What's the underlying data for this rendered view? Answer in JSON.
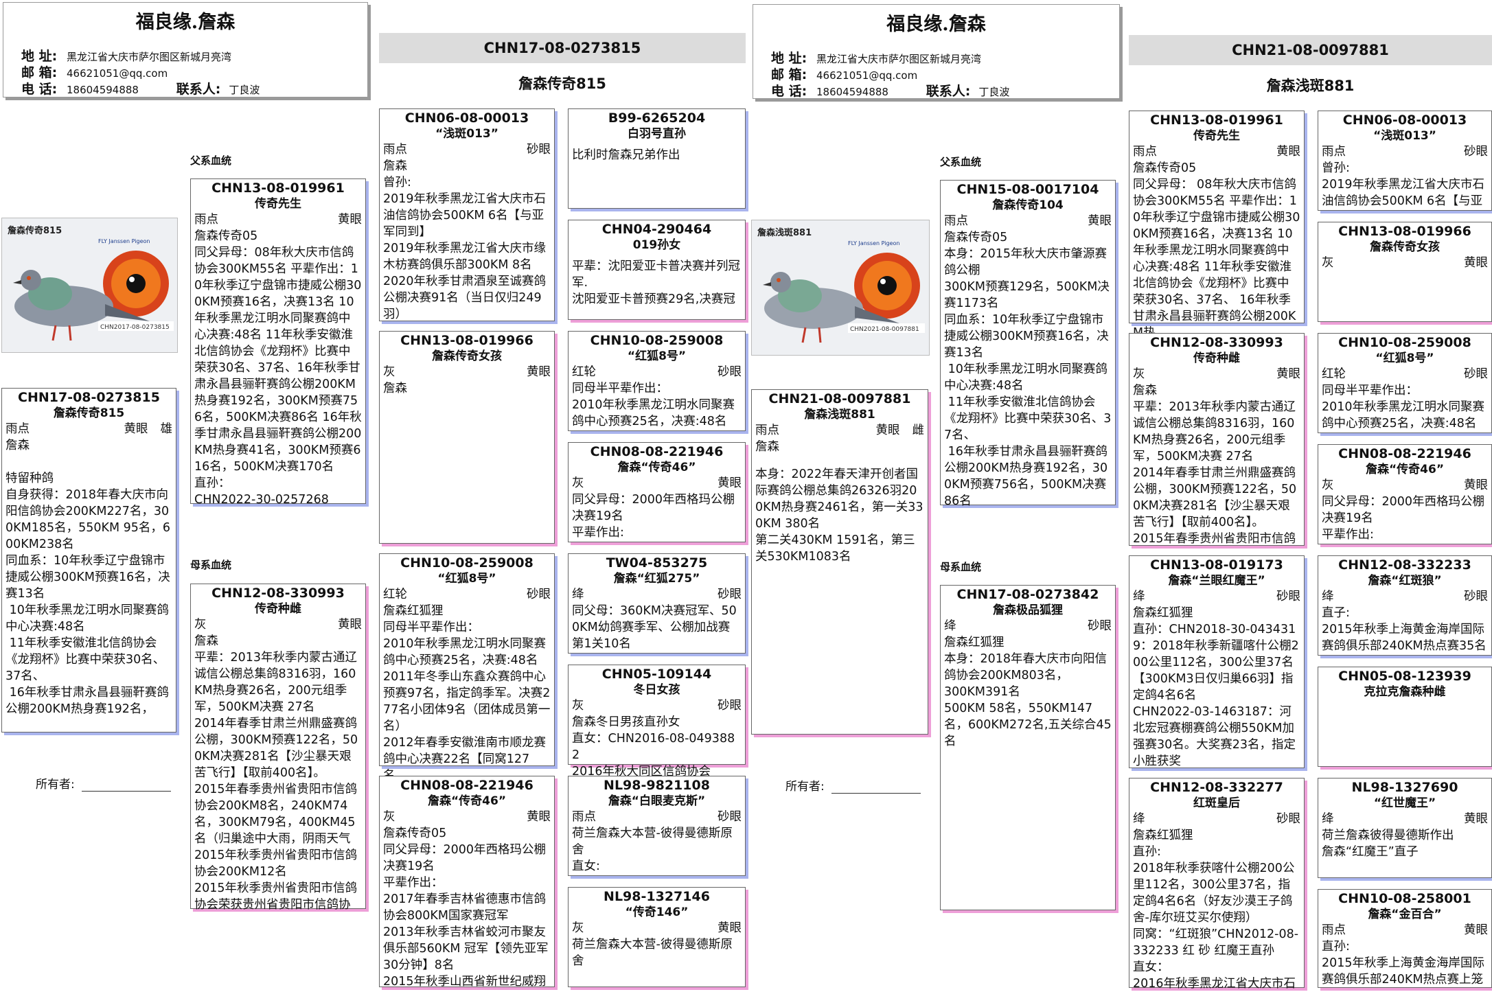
{
  "sheets": [
    {
      "header": {
        "farm": "福良缘.詹森",
        "address_label": "地 址:",
        "address": "黑龙江省大庆市萨尔图区新城月亮湾",
        "email_label": "邮 箱:",
        "email": "46621051@qq.com",
        "phone_label": "电 话:",
        "phone": "18604594888",
        "contact_label": "联系人:",
        "contact": "丁良波"
      },
      "ring_bar": "CHN17-08-0273815",
      "bird_name": "詹森传奇815",
      "sire_label": "父系血统",
      "dam_label": "母系血统",
      "owner_label": "所有者:",
      "photo": {
        "title": "詹森传奇815",
        "brand": "FLY Janssen Pigeon",
        "ring": "CHN2017-08-0273815"
      },
      "subject": {
        "ring": "CHN17-08-0273815",
        "name": "詹森传奇815",
        "color": "雨点",
        "eye": "黄眼",
        "sex": "雄",
        "strain": "詹森",
        "body": "特留种鸽\n自身获得：2018年春大庆市向阳信鸽协会200KM227名，300KM185名，550KM 95名，600KM238名\n同血系：10年秋季辽宁盘锦市捷威公棚300KM预赛16名，决赛13名\n 10年秋季黑龙江明水同聚赛鸽中心决赛:48名\n 11年秋季安徽淮北信鸽协会《龙翔杯》比赛中荣获30名、37名、\n 16年秋季甘肃永昌县骊靬赛鸽公棚200KM热身赛192名，"
      },
      "sire": {
        "ring": "CHN13-08-019961",
        "name": "传奇先生",
        "color": "雨点",
        "eye": "黄眼",
        "body": "詹森传奇05\n同父异母：08年秋大庆市信鸽协会300KM55名 平辈作出：10年秋季辽宁盘锦市捷威公棚300KM预赛16名，决赛13名 10年秋季黑龙江明水同聚赛鸽中心决赛:48名 11年秋季安徽淮北信鸽协会《龙翔杯》比赛中荣获30名、37名、16年秋季甘肃永昌县骊靬赛鸽公棚200KM热身赛192名，300KM预赛756名，500KM决赛86名 16年秋季甘肃永昌县骊靬赛鸽公棚200KM热身赛41名，300KM预赛616名，500KM决赛170名\n直孙：\nCHN2022-30-0257268"
      },
      "dam": {
        "ring": "CHN12-08-330993",
        "name": "传奇种雌",
        "color": "灰",
        "eye": "黄眼",
        "body": "詹森\n平辈：2013年秋季内蒙古通辽诚信公棚总集鸽8316羽，160KM热身赛26名，200元组季军，500KM决赛 27名\n2014年春季甘肃兰州鼎盛赛鸽公棚，300KM预赛122名，500KM决赛281名【沙尘暴天艰苦飞行】【取前400名】。\n2015年春季贵州省贵阳市信鸽协会200KM8名，240KM74名，300KM79名，400KM45名（归巢途中大雨，阴雨天气\n2015年秋季贵州省贵阳市信鸽协会200KM12名\n2015年秋季贵州省贵阳市信鸽协会荣获贵州省贵阳市信鸽协"
      },
      "ss": {
        "ring": "CHN06-08-00013",
        "name": "“浅斑013”",
        "color": "雨点",
        "eye": "砂眼",
        "body": "詹森\n曾孙:\n2019年秋季黑龙江省大庆市石油信鸽协会500KM 6名【与亚军同到】\n2019年秋季黑龙江省大庆市缘木枋赛鸽俱乐部300KM 8名\n2020年秋季甘肃酒泉至诚赛鸽公棚决赛91名（当日仅归249羽）"
      },
      "sd": {
        "ring": "CHN13-08-019966",
        "name": "詹森传奇女孩",
        "color": "灰",
        "eye": "黄眼",
        "body": "詹森"
      },
      "ds": {
        "ring": "CHN10-08-259008",
        "name": "“红狐8号”",
        "color": "红轮",
        "eye": "砂眼",
        "body": "詹森红狐狸\n同母半平辈作出：\n2010年秋季黑龙江明水同聚赛鸽中心预赛25名，决赛:48名\n2011年冬季山东鑫众赛鸽中心预赛97名，指定鸽季军。决赛277名小团体9名（团体成员第一名）\n2012年春季安徽淮南市顺龙赛鸽中心决赛22名【同窝127名，"
      },
      "dd": {
        "ring": "CHN08-08-221946",
        "name": "詹森“传奇46”",
        "color": "灰",
        "eye": "黄眼",
        "body": "詹森传奇05\n同父异母：2000年西格玛公棚决赛19名\n平辈作出：\n2017年春季吉林省德惠市信鸽协会800KM国家赛冠军\n2013年秋季吉林省蛟河市聚友俱乐部560KM 冠军【领先亚军30分钟】8名\n2015年秋季山西省新世纪威翔"
      },
      "sss": {
        "ring": "B99-6265204",
        "name": "白羽号直孙",
        "color": "",
        "eye": "",
        "body": "比利时詹森兄弟作出"
      },
      "ssd": {
        "ring": "CHN04-290464",
        "name": "019孙女",
        "color": "",
        "eye": "",
        "body": "平辈：沈阳爱亚卡普决赛并列冠军.\n沈阳爱亚卡普预赛29名,决赛冠"
      },
      "sds": {
        "ring": "CHN10-08-259008",
        "name": "“红狐8号”",
        "color": "红轮",
        "eye": "砂眼",
        "body": "同母半平辈作出：\n2010年秋季黑龙江明水同聚赛鸽中心预赛25名，决赛:48名"
      },
      "sdd": {
        "ring": "CHN08-08-221946",
        "name": "詹森“传奇46”",
        "color": "灰",
        "eye": "黄眼",
        "body": "同父异母：2000年西格玛公棚决赛19名\n平辈作出:"
      },
      "dss": {
        "ring": "TW04-853275",
        "name": "詹森“红狐275”",
        "color": "绛",
        "eye": "砂眼",
        "body": "同父母：360KM决赛冠军、500KM幼鸽赛季军、公棚加战赛第1关10名"
      },
      "dsd": {
        "ring": "CHN05-109144",
        "name": "冬日女孩",
        "color": "灰",
        "eye": "砂眼",
        "body": "詹森冬日男孩直孙女\n直女：CHN2016-08-0493882\n2016年秋大同区信鸽协会"
      },
      "dds": {
        "ring": "NL98-9821108",
        "name": "詹森“白眼麦克斯”",
        "color": "雨点",
        "eye": "砂眼",
        "body": "荷兰詹森大本营-彼得曼德斯原舍\n直女:"
      },
      "ddd": {
        "ring": "NL98-1327146",
        "name": "“传奇146”",
        "color": "灰",
        "eye": "黄眼",
        "body": "荷兰詹森大本营-彼得曼德斯原舍"
      }
    },
    {
      "header": {
        "farm": "福良缘.詹森",
        "address_label": "地 址:",
        "address": "黑龙江省大庆市萨尔图区新城月亮湾",
        "email_label": "邮 箱:",
        "email": "46621051@qq.com",
        "phone_label": "电 话:",
        "phone": "18604594888",
        "contact_label": "联系人:",
        "contact": "丁良波"
      },
      "ring_bar": "CHN21-08-0097881",
      "bird_name": "詹森浅斑881",
      "sire_label": "父系血统",
      "dam_label": "母系血统",
      "owner_label": "所有者:",
      "photo": {
        "title": "詹森浅斑881",
        "brand": "FLY Janssen Pigeon",
        "ring": "CHN2021-08-0097881"
      },
      "subject": {
        "ring": "CHN21-08-0097881",
        "name": "詹森浅斑881",
        "color": "雨点",
        "eye": "黄眼",
        "sex": "雌",
        "strain": "詹森",
        "body": "本身：2022年春天津开创者国际赛鸽公棚总集鸽26326羽200KM热身赛2461名，第一关330KM 380名\n第二关430KM 1591名，第三关530KM1083名"
      },
      "sire": {
        "ring": "CHN15-08-0017104",
        "name": "詹森传奇104",
        "color": "雨点",
        "eye": "黄眼",
        "body": "詹森传奇05\n本身：2015年秋大庆市肇源赛鸽公棚\n300KM预赛129名，500KM决赛1173名\n同血系：10年秋季辽宁盘锦市捷威公棚300KM预赛16名，决赛13名\n 10年秋季黑龙江明水同聚赛鸽中心决赛:48名\n 11年秋季安徽淮北信鸽协会《龙翔杯》比赛中荣获30名、37名、\n 16年秋季甘肃永昌县骊靬赛鸽公棚200KM热身赛192名，300KM预赛756名，500KM决赛86名"
      },
      "dam": {
        "ring": "CHN17-08-0273842",
        "name": "詹森极品狐狸",
        "color": "绛",
        "eye": "砂眼",
        "body": "詹森红狐狸\n本身：2018年春大庆市向阳信鸽协会200KM803名，\n300KM391名\n500KM 58名，550KM147名，600KM272名,五关综合45名"
      },
      "ss": {
        "ring": "CHN13-08-019961",
        "name": "传奇先生",
        "color": "雨点",
        "eye": "黄眼",
        "body": "詹森传奇05\n同父异母： 08年秋大庆市信鸽协会300KM55名 平辈作出：10年秋季辽宁盘锦市捷威公棚300KM预赛16名，决赛13名 10年秋季黑龙江明水同聚赛鸽中心决赛:48名 11年秋季安徽淮北信鸽协会《龙翔杯》比赛中荣获30名、37名、 16年秋季甘肃永昌县骊靬赛鸽公棚200KM热"
      },
      "sd": {
        "ring": "CHN12-08-330993",
        "name": "传奇种雌",
        "color": "灰",
        "eye": "黄眼",
        "body": "詹森\n平辈：2013年秋季内蒙古通辽诚信公棚总集鸽8316羽，160KM热身赛26名，200元组季军，500KM决赛 27名\n2014年春季甘肃兰州鼎盛赛鸽公棚，300KM预赛122名，500KM决赛281名【沙尘暴天艰苦飞行】【取前400名】。\n2015年春季贵州省贵阳市信鸽"
      },
      "ds": {
        "ring": "CHN13-08-019173",
        "name": "詹森“兰眼红魔王”",
        "color": "绛",
        "eye": "砂眼",
        "body": "詹森红狐狸\n直孙：CHN2018-30-0434319：2018年秋季新疆喀什公棚200公里112名，300公里37名【300KM3日仅归巢66羽】指定鸽4名6名\nCHN2022-03-1463187：河北宏冠赛棚赛鸽公棚550KM加强赛30名。大奖赛23名，指定小胜获奖"
      },
      "dd": {
        "ring": "CHN12-08-332277",
        "name": "红斑皇后",
        "color": "绛",
        "eye": "砂眼",
        "body": "詹森红狐狸\n直孙:\n2018年秋季获喀什公棚200公里112名，300公里37名，指定鸽4名6名（好友沙漠王子鸽舍-库尔班艾买尔使翔）\n同窝：“红斑狼”CHN2012-08-332233 红 砂 红魔王直孙\n直女：\n2016年秋季黑龙江省大庆市石"
      },
      "sss": {
        "ring": "CHN06-08-00013",
        "name": "“浅斑013”",
        "color": "雨点",
        "eye": "砂眼",
        "body": "曾孙:\n2019年秋季黑龙江省大庆市石油信鸽协会500KM 6名【与亚"
      },
      "ssd": {
        "ring": "CHN13-08-019966",
        "name": "詹森传奇女孩",
        "color": "灰",
        "eye": "黄眼",
        "body": ""
      },
      "sds": {
        "ring": "CHN10-08-259008",
        "name": "“红狐8号”",
        "color": "红轮",
        "eye": "砂眼",
        "body": "同母半平辈作出：\n2010年秋季黑龙江明水同聚赛鸽中心预赛25名，决赛:48名"
      },
      "sdd": {
        "ring": "CHN08-08-221946",
        "name": "詹森“传奇46”",
        "color": "灰",
        "eye": "黄眼",
        "body": "同父异母：2000年西格玛公棚决赛19名\n平辈作出:"
      },
      "dss": {
        "ring": "CHN12-08-332233",
        "name": "詹森“红斑狼”",
        "color": "绛",
        "eye": "砂眼",
        "body": "直子:\n2015年秋季上海黄金海岸国际赛鸽俱乐部240KM热点赛35名"
      },
      "dsd": {
        "ring": "CHN05-08-123939",
        "name": "克拉克詹森种雌",
        "color": "",
        "eye": "",
        "body": ""
      },
      "dds": {
        "ring": "NL98-1327690",
        "name": "“红世魔王”",
        "color": "绛",
        "eye": "黄眼",
        "body": "荷兰詹森彼得曼德斯作出\n詹森“红魔王”直子"
      },
      "ddd": {
        "ring": "CHN10-08-258001",
        "name": "詹森“金百合”",
        "color": "雨点",
        "eye": "黄眼",
        "body": "直孙:\n2015年秋季上海黄金海岸国际赛鸽俱乐部240KM热点赛上笼"
      }
    }
  ]
}
